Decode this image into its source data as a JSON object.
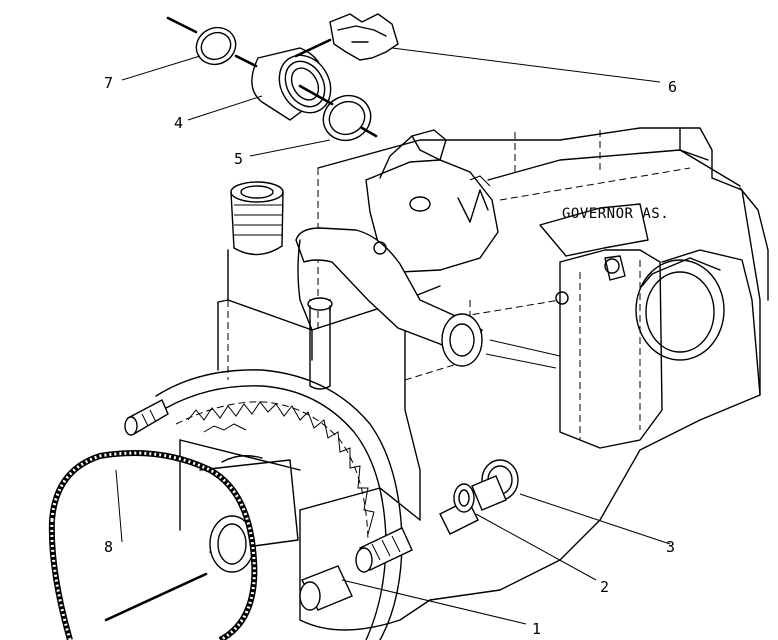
{
  "diagram": {
    "assembly_label": "GOVERNOR AS.",
    "callouts": [
      "1",
      "2",
      "3",
      "4",
      "5",
      "6",
      "7",
      "8"
    ]
  }
}
